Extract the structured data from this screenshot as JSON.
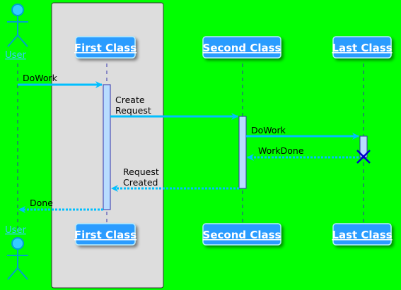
{
  "colors": {
    "background": "#00ff00",
    "participant_fill": "#2b9cff",
    "participant_border": "#b3ecff",
    "arrow": "#00bfff",
    "lifeline": "#3333aa",
    "activation_fill": "#b8dcff",
    "destroy": "#0000cc",
    "box_fill": "#dddddd",
    "actor_fill": "#33ccff"
  },
  "participants": {
    "user": "User",
    "first": "First Class",
    "second": "Second Class",
    "last": "Last Class"
  },
  "messages": {
    "m1": "DoWork",
    "m2_line1": "Create",
    "m2_line2": "Request",
    "m3": "DoWork",
    "m4": "WorkDone",
    "m5_line1": "Request",
    "m5_line2": "Created",
    "m6": "Done"
  }
}
